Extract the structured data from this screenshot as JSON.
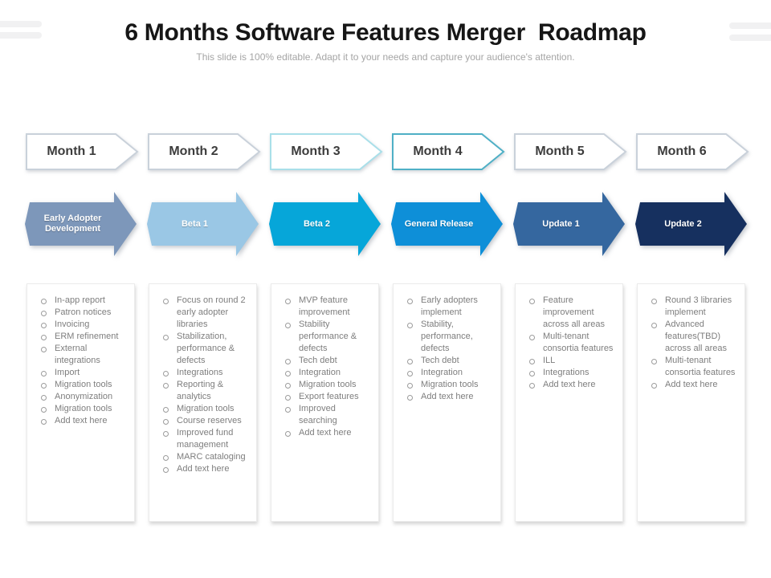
{
  "slide": {
    "title": "6 Months Software Features Merger  Roadmap",
    "subtitle": "This slide is 100% editable. Adapt it to your needs and capture your audience's attention."
  },
  "decor": {
    "stripe_color": "#f1f1f2"
  },
  "columns": [
    {
      "month": "Month 1",
      "phase": "Early Adopter Development",
      "arrow_color": "#7d97ba",
      "banner_border": "#c9d1da",
      "items": [
        "In-app report",
        "Patron notices",
        "Invoicing",
        "ERM refinement",
        "External integrations",
        "Import",
        "Migration tools",
        "Anonymization",
        "Migration tools",
        "Add text here"
      ]
    },
    {
      "month": "Month 2",
      "phase": "Beta 1",
      "arrow_color": "#9ac7e5",
      "banner_border": "#c9d1da",
      "items": [
        "Focus on round 2 early adopter libraries",
        "Stabilization, performance & defects",
        "Integrations",
        "Reporting & analytics",
        "Migration tools",
        "Course reserves",
        "Improved fund management",
        "MARC cataloging",
        "Add text here"
      ]
    },
    {
      "month": "Month 3",
      "phase": "Beta 2",
      "arrow_color": "#06a6d9",
      "banner_border": "#a9dfe9",
      "items": [
        "MVP feature improvement",
        "Stability performance & defects",
        "Tech debt",
        "Integration",
        "Migration tools",
        "Export features",
        "Improved searching",
        "Add text here"
      ]
    },
    {
      "month": "Month 4",
      "phase": "General Release",
      "arrow_color": "#0e8fd8",
      "banner_border": "#4fb0c6",
      "items": [
        "Early adopters implement",
        "Stability, performance, defects",
        "Tech debt",
        "Integration",
        "Migration tools",
        "Add text here"
      ]
    },
    {
      "month": "Month 5",
      "phase": "Update 1",
      "arrow_color": "#35679f",
      "banner_border": "#c9d1da",
      "items": [
        "Feature improvement across all areas",
        "Multi-tenant consortia features",
        "ILL",
        "Integrations",
        "Add text here"
      ]
    },
    {
      "month": "Month 6",
      "phase": "Update 2",
      "arrow_color": "#16305f",
      "banner_border": "#c9d1da",
      "items": [
        "Round 3 libraries implement",
        "Advanced features(TBD) across all areas",
        "Multi-tenant consortia features",
        "Add text here"
      ]
    }
  ]
}
